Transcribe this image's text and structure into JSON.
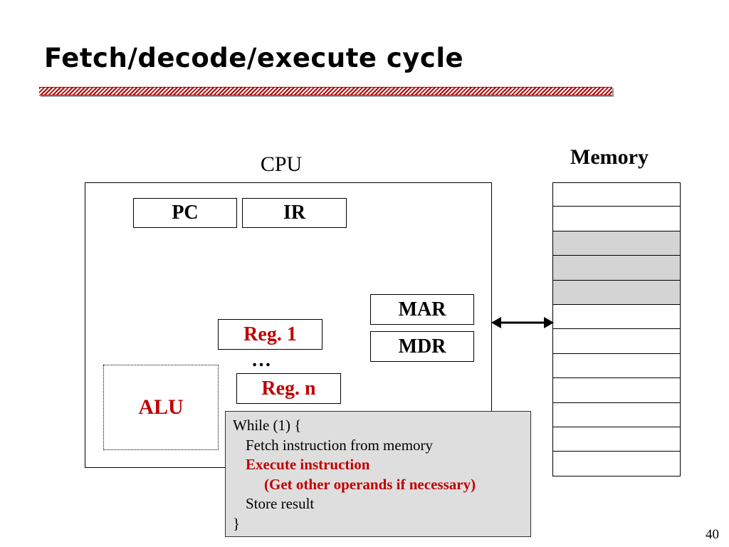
{
  "slide": {
    "title": "Fetch/decode/execute cycle",
    "page_number": "40"
  },
  "cpu": {
    "label": "CPU",
    "registers": {
      "pc": "PC",
      "ir": "IR",
      "mar": "MAR",
      "mdr": "MDR",
      "reg1": "Reg. 1",
      "ellipsis": "…",
      "regn": "Reg. n"
    },
    "alu": "ALU"
  },
  "memory": {
    "label": "Memory",
    "cells": [
      {
        "shaded": false
      },
      {
        "shaded": false
      },
      {
        "shaded": true
      },
      {
        "shaded": true
      },
      {
        "shaded": true
      },
      {
        "shaded": false
      },
      {
        "shaded": false
      },
      {
        "shaded": false
      },
      {
        "shaded": false
      },
      {
        "shaded": false
      },
      {
        "shaded": false
      },
      {
        "shaded": false
      }
    ]
  },
  "code": {
    "line1": "While (1) {",
    "line2": "Fetch instruction from memory",
    "line3": "Execute instruction",
    "line4": "(Get other operands if necessary)",
    "line5": "Store result",
    "line6": "}"
  },
  "colors": {
    "accent": "#c00000",
    "shaded_cell": "#d4d4d4",
    "code_bg": "#dedede"
  }
}
